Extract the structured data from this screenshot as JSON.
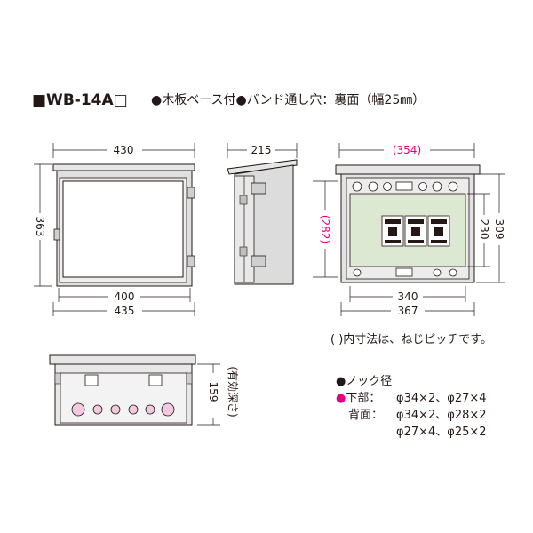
{
  "header": {
    "model": "■WB-14A□",
    "features": "●木板ベース付●バンド通し穴：裏面（幅25㎜）"
  },
  "front_view": {
    "width_top": "430",
    "height_left": "363",
    "inner_width": "400",
    "outer_width": "435"
  },
  "side_view": {
    "depth": "215"
  },
  "inside_view": {
    "pitch_width": "(354)",
    "pitch_height": "(282)",
    "height_inner": "230",
    "height_outer": "309",
    "width_inner": "340",
    "width_outer": "367"
  },
  "bottom_view": {
    "depth_label": "159",
    "depth_note": "(有効深さ)"
  },
  "notes": {
    "pitch_note": "( )内寸法は、ねじピッチです。",
    "knock_title": "●ノック径",
    "bottom_label": "●下部：",
    "bottom_values": "φ34×2、φ27×4",
    "back_label": "背面：",
    "back_values_1": "φ34×2、φ28×2",
    "back_values_2": "φ27×4、φ25×2"
  },
  "colors": {
    "accent_pink": "#e4007f",
    "panel_green": "#dde8d3",
    "knock_fill": "#f2c9df",
    "frame_gray": "#d9d9d9"
  }
}
